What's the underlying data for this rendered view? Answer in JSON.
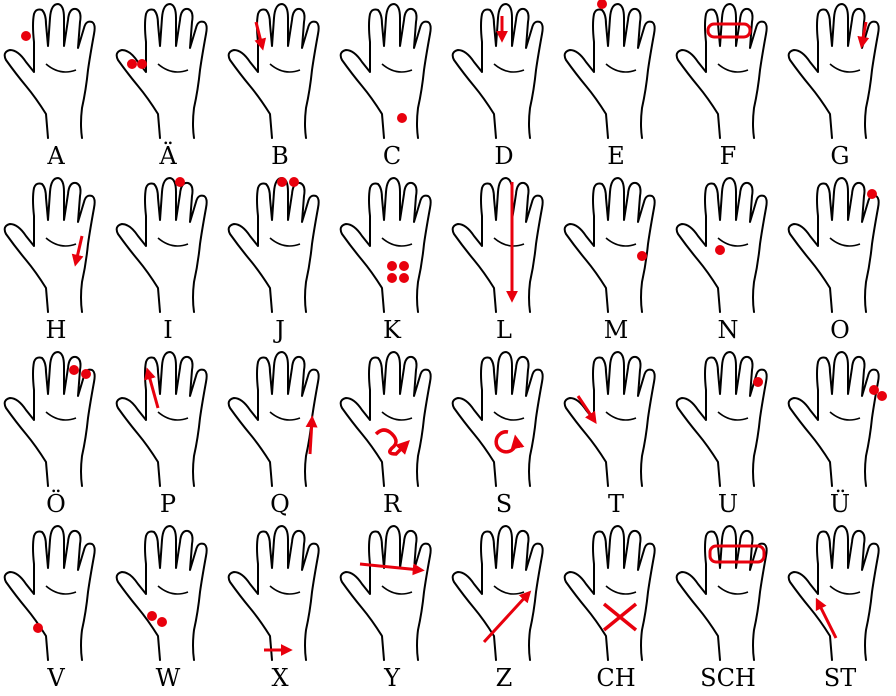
{
  "colors": {
    "mark": "#e8000d",
    "outline": "#000000",
    "background": "#ffffff"
  },
  "hand_icon": "hand-outline-icon",
  "cells": [
    {
      "label": "A",
      "marks": [
        {
          "t": "dot",
          "p": [
            -30,
            -32
          ]
        }
      ]
    },
    {
      "label": "Ä",
      "marks": [
        {
          "t": "dot",
          "p": [
            -36,
            -4
          ]
        },
        {
          "t": "dot",
          "p": [
            -26,
            -4
          ]
        }
      ]
    },
    {
      "label": "B",
      "marks": [
        {
          "t": "arrow",
          "a": [
            -24,
            -46
          ],
          "b": [
            -18,
            -22
          ]
        }
      ]
    },
    {
      "label": "C",
      "marks": [
        {
          "t": "dot",
          "p": [
            10,
            50
          ]
        }
      ]
    },
    {
      "label": "D",
      "marks": [
        {
          "t": "arrow",
          "a": [
            -2,
            -52
          ],
          "b": [
            -2,
            -30
          ]
        }
      ]
    },
    {
      "label": "E",
      "marks": [
        {
          "t": "dot",
          "p": [
            -14,
            -64
          ]
        }
      ]
    },
    {
      "label": "F",
      "marks": [
        {
          "t": "rect",
          "p": [
            -20,
            -44,
            42,
            13
          ]
        }
      ]
    },
    {
      "label": "G",
      "marks": [
        {
          "t": "arrow",
          "a": [
            26,
            -46
          ],
          "b": [
            22,
            -24
          ]
        }
      ]
    },
    {
      "label": "H",
      "marks": [
        {
          "t": "arrow",
          "a": [
            26,
            -6
          ],
          "b": [
            20,
            20
          ]
        }
      ]
    },
    {
      "label": "I",
      "marks": [
        {
          "t": "dot",
          "p": [
            12,
            -60
          ]
        }
      ]
    },
    {
      "label": "J",
      "marks": [
        {
          "t": "dot",
          "p": [
            2,
            -60
          ]
        },
        {
          "t": "dot",
          "p": [
            14,
            -60
          ]
        }
      ]
    },
    {
      "label": "K",
      "marks": [
        {
          "t": "dot",
          "p": [
            0,
            24
          ]
        },
        {
          "t": "dot",
          "p": [
            12,
            24
          ]
        },
        {
          "t": "dot",
          "p": [
            0,
            36
          ]
        },
        {
          "t": "dot",
          "p": [
            12,
            36
          ]
        }
      ]
    },
    {
      "label": "L",
      "marks": [
        {
          "t": "arrow",
          "a": [
            8,
            -60
          ],
          "b": [
            8,
            56
          ]
        }
      ]
    },
    {
      "label": "M",
      "marks": [
        {
          "t": "dot",
          "p": [
            26,
            14
          ]
        }
      ]
    },
    {
      "label": "N",
      "marks": [
        {
          "t": "dot",
          "p": [
            -8,
            8
          ]
        }
      ]
    },
    {
      "label": "O",
      "marks": [
        {
          "t": "dot",
          "p": [
            32,
            -48
          ]
        }
      ]
    },
    {
      "label": "Ö",
      "marks": [
        {
          "t": "dot",
          "p": [
            18,
            -46
          ]
        },
        {
          "t": "dot",
          "p": [
            30,
            -42
          ]
        }
      ]
    },
    {
      "label": "P",
      "marks": [
        {
          "t": "arrow",
          "a": [
            -10,
            -8
          ],
          "b": [
            -20,
            -44
          ]
        }
      ]
    },
    {
      "label": "Q",
      "marks": [
        {
          "t": "arrow",
          "a": [
            30,
            38
          ],
          "b": [
            32,
            4
          ]
        }
      ]
    },
    {
      "label": "R",
      "marks": [
        {
          "t": "squiggle"
        }
      ]
    },
    {
      "label": "S",
      "marks": [
        {
          "t": "circle"
        }
      ]
    },
    {
      "label": "T",
      "marks": [
        {
          "t": "arrow",
          "a": [
            -38,
            -20
          ],
          "b": [
            -22,
            4
          ]
        }
      ]
    },
    {
      "label": "U",
      "marks": [
        {
          "t": "dot",
          "p": [
            30,
            -34
          ]
        }
      ]
    },
    {
      "label": "Ü",
      "marks": [
        {
          "t": "dot",
          "p": [
            34,
            -26
          ]
        },
        {
          "t": "dot",
          "p": [
            42,
            -20
          ]
        }
      ]
    },
    {
      "label": "V",
      "marks": [
        {
          "t": "dot",
          "p": [
            -18,
            38
          ]
        }
      ]
    },
    {
      "label": "W",
      "marks": [
        {
          "t": "dot",
          "p": [
            -16,
            26
          ]
        },
        {
          "t": "dot",
          "p": [
            -6,
            32
          ]
        }
      ]
    },
    {
      "label": "X",
      "marks": [
        {
          "t": "arrow",
          "a": [
            -16,
            60
          ],
          "b": [
            8,
            60
          ]
        }
      ]
    },
    {
      "label": "Y",
      "marks": [
        {
          "t": "arrow",
          "a": [
            -32,
            -26
          ],
          "b": [
            28,
            -20
          ]
        }
      ]
    },
    {
      "label": "Z",
      "marks": [
        {
          "t": "arrow",
          "a": [
            -20,
            52
          ],
          "b": [
            24,
            4
          ]
        }
      ]
    },
    {
      "label": "CH",
      "marks": [
        {
          "t": "cross"
        }
      ]
    },
    {
      "label": "SCH",
      "marks": [
        {
          "t": "rect",
          "p": [
            -18,
            -44,
            54,
            16
          ]
        }
      ]
    },
    {
      "label": "ST",
      "marks": [
        {
          "t": "arrow",
          "a": [
            -4,
            48
          ],
          "b": [
            -22,
            12
          ]
        }
      ]
    }
  ]
}
